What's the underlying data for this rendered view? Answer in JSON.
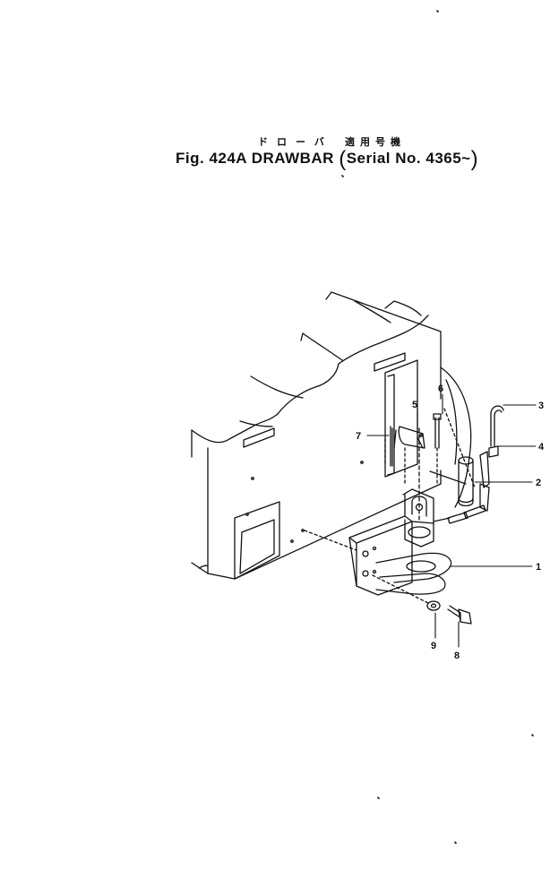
{
  "title": {
    "japanese_name": "ドローバ",
    "japanese_applicability": "適用号機",
    "figure": "Fig. 424A",
    "name": "DRAWBAR",
    "serial_label": "Serial No.",
    "serial_value": "4365~"
  },
  "callouts": [
    {
      "id": "callout-1",
      "label": "1"
    },
    {
      "id": "callout-2",
      "label": "2"
    },
    {
      "id": "callout-3",
      "label": "3"
    },
    {
      "id": "callout-4",
      "label": "4"
    },
    {
      "id": "callout-5",
      "label": "5"
    },
    {
      "id": "callout-6",
      "label": "6"
    },
    {
      "id": "callout-7",
      "label": "7"
    },
    {
      "id": "callout-8",
      "label": "8"
    },
    {
      "id": "callout-9",
      "label": "9"
    }
  ]
}
